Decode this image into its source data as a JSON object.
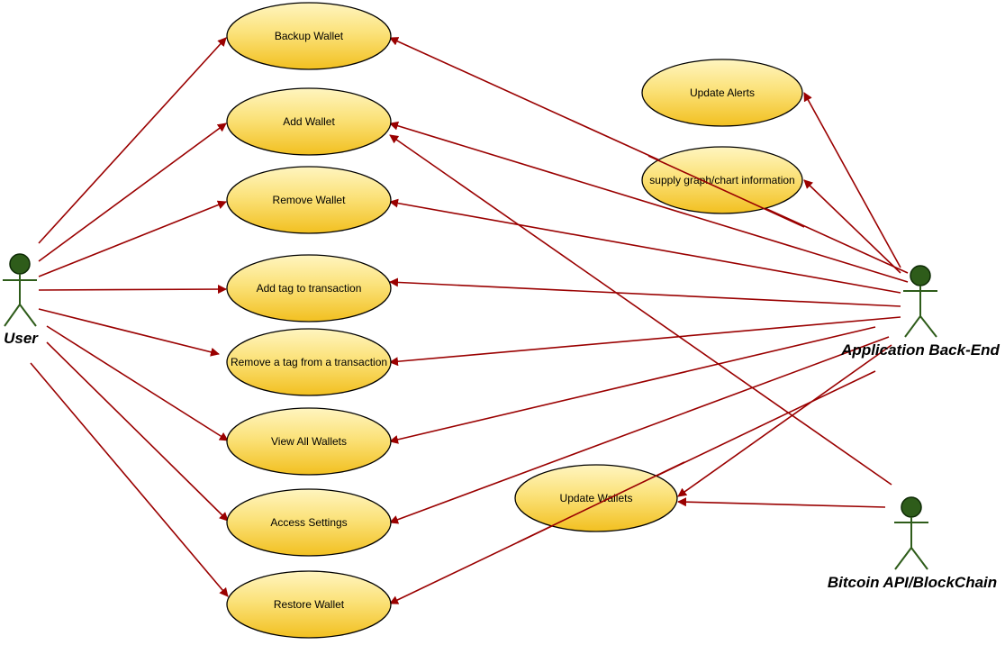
{
  "use_cases": {
    "backup_wallet": "Backup Wallet",
    "add_wallet": "Add Wallet",
    "remove_wallet": "Remove Wallet",
    "add_tag": "Add tag to transaction",
    "remove_tag": "Remove a tag from a transaction",
    "view_all_wallets": "View All Wallets",
    "access_settings": "Access Settings",
    "restore_wallet": "Restore Wallet",
    "update_alerts": "Update Alerts",
    "supply_graph": "supply graph/chart information",
    "update_wallets": "Update Wallets"
  },
  "actors": {
    "user": "User",
    "backend": "Application Back-End",
    "bitcoin": "Bitcoin API/BlockChain"
  },
  "colors": {
    "association": "#9a0000",
    "usecase_top": "#fff5c0",
    "usecase_bottom": "#f2c020",
    "actor": "#2e5c1a"
  }
}
